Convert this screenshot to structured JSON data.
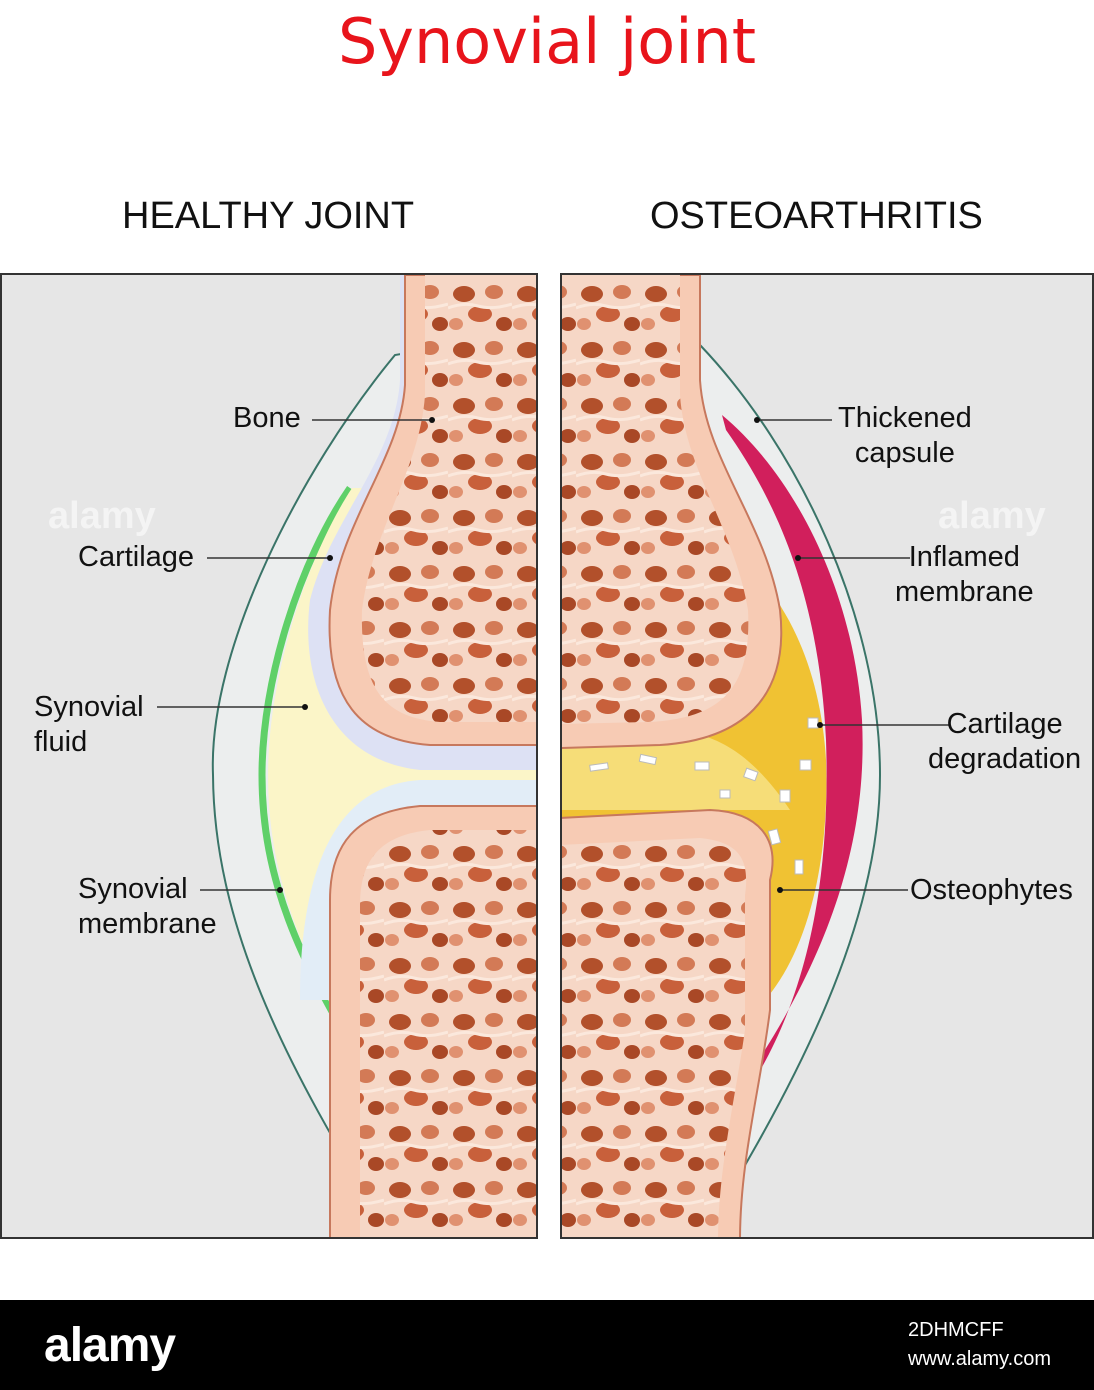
{
  "title": "Synovial joint",
  "panels": {
    "left_heading": "HEALTHY JOINT",
    "right_heading": "OSTEOARTHRITIS"
  },
  "labels": {
    "bone": "Bone",
    "cartilage": "Cartilage",
    "synovial_fluid": "Synovial\nfluid",
    "synovial_membrane": "Synovial\nmembrane",
    "thickened_capsule": "Thickened\ncapsule",
    "inflamed_membrane": "Inflamed\nmembrane",
    "cartilage_degradation": "Cartilage\ndegradation",
    "osteophytes": "Osteophytes"
  },
  "watermark": "alamy",
  "footer": {
    "brand": "alamy",
    "image_id": "2DHMCFF",
    "url": "www.alamy.com"
  },
  "colors": {
    "title": "#e8141b",
    "background_panel": "#e6e6e6",
    "capsule": "#eceeee",
    "bone": "#f7cbb4",
    "cartilage": "#dde1f4",
    "synovial_fluid": "#fbf5c8",
    "synovial_membrane": "#5fd068",
    "inflamed_membrane": "#d11f5c",
    "degraded_fluid": "#f0c233"
  }
}
